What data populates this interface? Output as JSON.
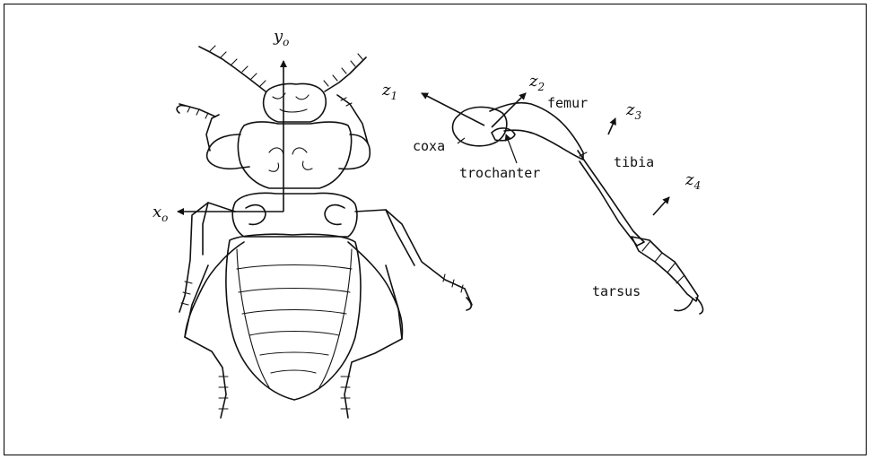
{
  "axes": {
    "y0": {
      "base": "y",
      "sub": "o"
    },
    "x0": {
      "base": "x",
      "sub": "o"
    },
    "z1": {
      "base": "z",
      "sub": "1"
    },
    "z2": {
      "base": "z",
      "sub": "2"
    },
    "z3": {
      "base": "z",
      "sub": "3"
    },
    "z4": {
      "base": "z",
      "sub": "4"
    }
  },
  "segments": {
    "coxa": "coxa",
    "femur": "femur",
    "trochanter": "trochanter",
    "tibia": "tibia",
    "tarsus": "tarsus"
  }
}
